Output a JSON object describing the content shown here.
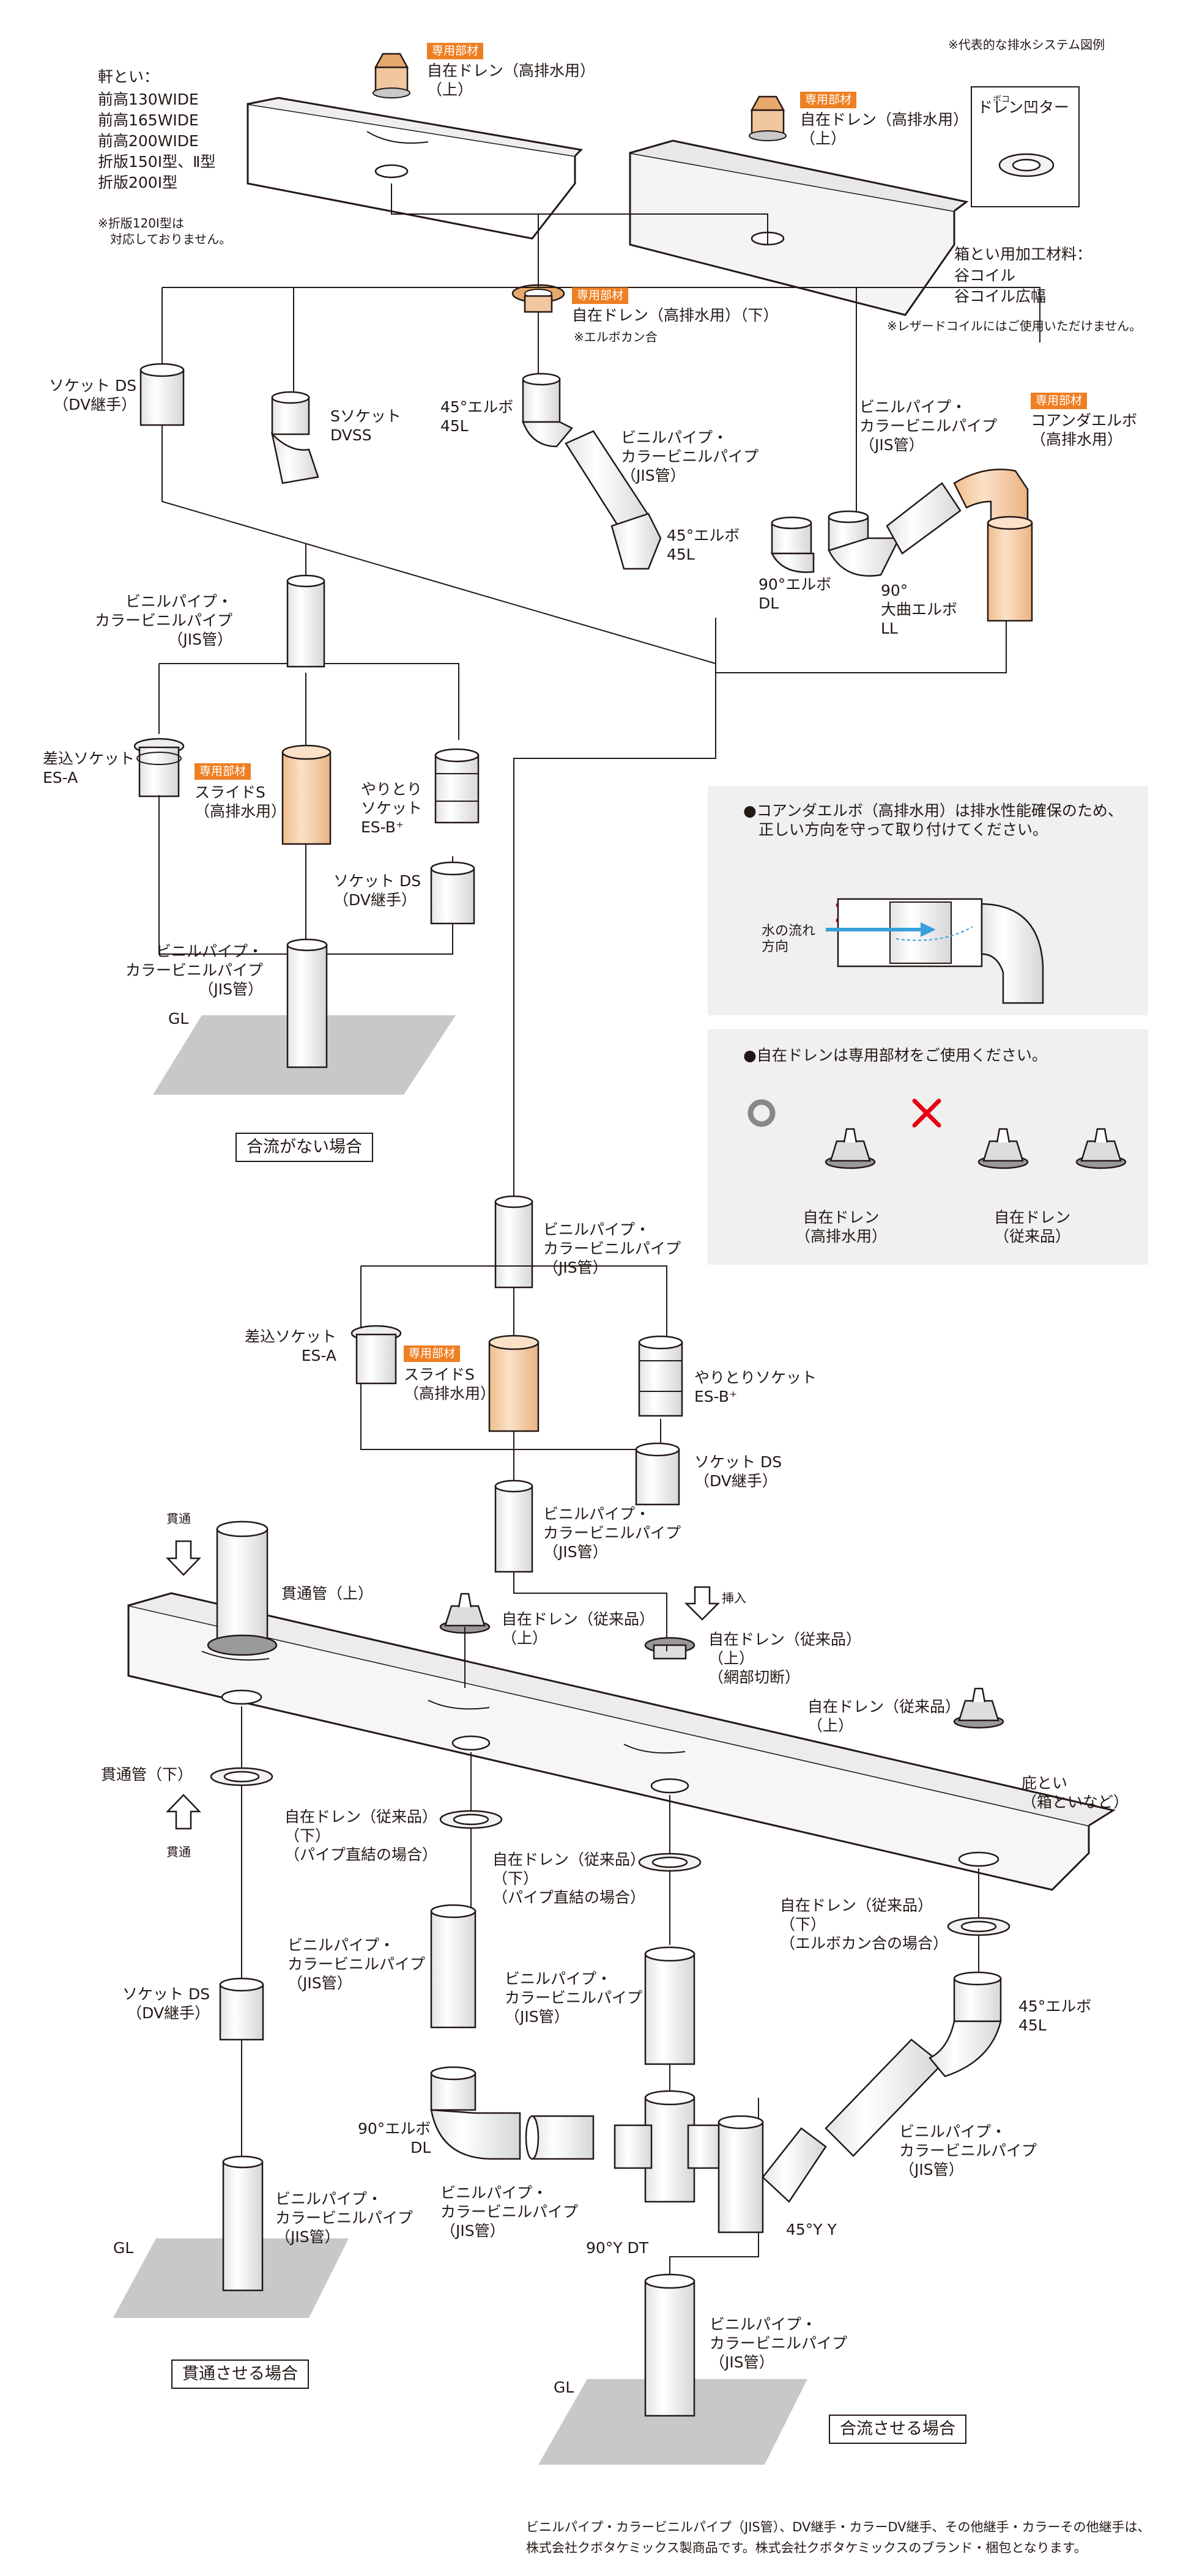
{
  "header_note": "※代表的な排水システム図例",
  "gutters_top": {
    "noki_title": "軒とい：",
    "noki_items": [
      "前高130WIDE",
      "前高165WIDE",
      "前高200WIDE",
      "折版150Ⅰ型、Ⅱ型",
      "折版200Ⅰ型"
    ],
    "noki_note": "※折版120Ⅰ型は\n　対応しておりません。",
    "box_materials_title": "箱とい用加工材料：",
    "box_materials_items": [
      "谷コイル",
      "谷コイル広幅"
    ],
    "laser_note": "※レザードコイルにはご使用いただけません。",
    "drain_ring_label": "ドレン凹ター",
    "drain_ring_ruby": "ボコ"
  },
  "parts": {
    "special_tag": "専用部材",
    "drain_up_1": "自在ドレン（高排水用）\n（上）",
    "drain_up_2": "自在ドレン（高排水用）\n（上）",
    "drain_down": "自在ドレン（高排水用）（下）",
    "drain_down_note": "※エルボカン合",
    "socket_ds_1": "ソケット DS\n（DV継手）",
    "s_socket": "Sソケット\nDVSS",
    "elbow45_1": "45°エルボ\n45L",
    "pipe_jis_1": "ビニルパイプ・\nカラービニルパイプ\n（JIS管）",
    "elbow45_2": "45°エルボ\n45L",
    "pipe_jis_2": "ビニルパイプ・\nカラービニルパイプ\n（JIS管）",
    "coanda": "コアンダエルボ\n（高排水用）",
    "elbow90_dl_1": "90°エルボ\nDL",
    "elbow90_ll": "90°\n大曲エルボ\nLL",
    "pipe_jis_3": "ビニルパイプ・\nカラービニルパイプ\n（JIS管）",
    "insert_socket_1": "差込ソケット\nES-A",
    "slide_s_1": "スライドS\n（高排水用）",
    "yaritori_1": "やりとり\nソケット\nES-B⁺",
    "socket_ds_2": "ソケット DS\n（DV継手）",
    "pipe_jis_4": "ビニルパイプ・\nカラービニルパイプ\n（JIS管）",
    "gl_1": "GL",
    "pipe_jis_5": "ビニルパイプ・\nカラービニルパイプ\n（JIS管）",
    "insert_socket_2": "差込ソケット\nES-A",
    "slide_s_2": "スライドS\n（高排水用）",
    "yaritori_2": "やりとりソケット\nES-B⁺",
    "socket_ds_3": "ソケット DS\n（DV継手）",
    "pipe_jis_6": "ビニルパイプ・\nカラービニルパイプ\n（JIS管）",
    "through": "貫通",
    "insert": "挿入",
    "through_pipe_up": "貫通管（上）",
    "drain_conv_up_1": "自在ドレン（従来品）\n（上）",
    "drain_conv_up_2": "自在ドレン（従来品）\n（上）\n（網部切断）",
    "drain_conv_up_3": "自在ドレン（従来品）\n（上）",
    "eaves": "庇とい\n（箱といなど）",
    "through_pipe_down": "貫通管（下）",
    "drain_conv_down_1": "自在ドレン（従来品）\n（下）\n（パイプ直結の場合）",
    "drain_conv_down_2": "自在ドレン（従来品）\n（下）\n（パイプ直結の場合）",
    "drain_conv_down_3": "自在ドレン（従来品）\n（下）\n（エルボカン合の場合）",
    "elbow45_3": "45°エルボ\n45L",
    "socket_ds_4": "ソケット DS\n（DV継手）",
    "pipe_jis_7": "ビニルパイプ・\nカラービニルパイプ\n（JIS管）",
    "pipe_jis_8": "ビニルパイプ・\nカラービニルパイプ\n（JIS管）",
    "pipe_jis_9": "ビニルパイプ・\nカラービニルパイプ\n（JIS管）",
    "elbow90_dl_2": "90°エルボ\nDL",
    "pipe_jis_10": "ビニルパイプ・\nカラービニルパイプ\n（JIS管）",
    "y45": "45°Y Y",
    "y90_dt": "90°Y DT",
    "pipe_jis_11": "ビニルパイプ・\nカラービニルパイプ\n（JIS管）",
    "pipe_jis_12": "ビニルパイプ・\nカラービニルパイプ\n（JIS管）",
    "gl_2": "GL",
    "gl_3": "GL"
  },
  "case_labels": {
    "no_merge": "合流がない場合",
    "through": "貫通させる場合",
    "merge": "合流させる場合"
  },
  "notes": {
    "coanda_note": "●コアンダエルボ（高排水用）は排水性能確保のため、\n　正しい方向を守って取り付けてください。",
    "flow_label": "水の流れ\n方向",
    "drain_note": "●自在ドレンは専用部材をご使用ください。",
    "drain_ok": "自在ドレン\n（高排水用）",
    "drain_ng": "自在ドレン\n（従来品）"
  },
  "footer": "ビニルパイプ・カラービニルパイプ（JIS管）、DV継手・カラーDV継手、その他継手・カラーその他継手は、\n株式会社クボタケミックス製商品です。株式会社クボタケミックスのブランド・梱包となります。",
  "colors": {
    "accent": "#ee7f23",
    "pipe_special": "#f5cfaa",
    "red_x": "#e60012",
    "flow_arrow": "#3aa0dc"
  },
  "icons": [
    "circle-ok-icon",
    "cross-ng-icon",
    "down-arrow-icon",
    "up-arrow-icon"
  ]
}
